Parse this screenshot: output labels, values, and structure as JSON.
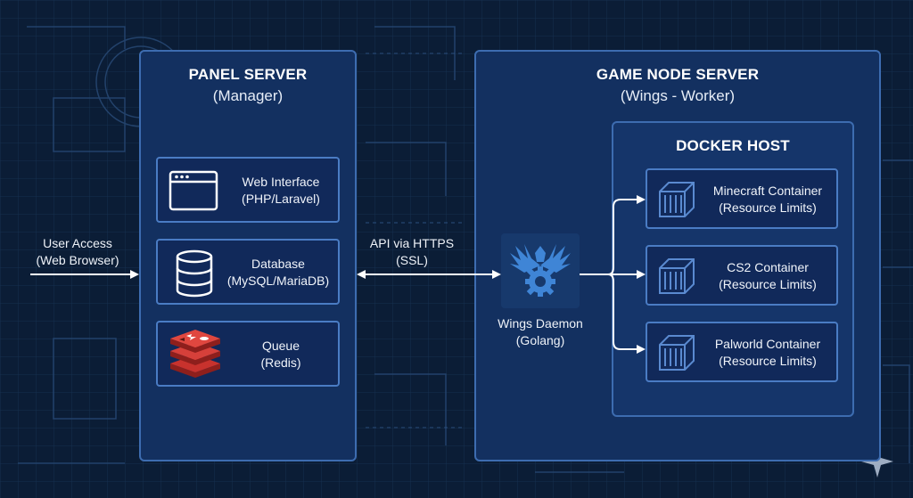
{
  "user_access": {
    "line1": "User Access",
    "line2": "(Web Browser)"
  },
  "panel_server": {
    "title": "PANEL SERVER",
    "subtitle": "(Manager)",
    "components": [
      {
        "line1": "Web Interface",
        "line2": "(PHP/Laravel)",
        "icon": "browser-window-icon"
      },
      {
        "line1": "Database",
        "line2": "(MySQL/MariaDB)",
        "icon": "database-icon"
      },
      {
        "line1": "Queue",
        "line2": "(Redis)",
        "icon": "redis-icon"
      }
    ]
  },
  "api_link": {
    "line1": "API via HTTPS",
    "line2": "(SSL)"
  },
  "node_server": {
    "title": "GAME NODE SERVER",
    "subtitle": "(Wings - Worker)",
    "daemon": {
      "line1": "Wings Daemon",
      "line2": "(Golang)",
      "icon": "wings-gear-icon"
    },
    "docker_host": {
      "title": "DOCKER HOST",
      "containers": [
        {
          "line1": "Minecraft Container",
          "line2": "(Resource Limits)",
          "icon": "container-icon"
        },
        {
          "line1": "CS2 Container",
          "line2": "(Resource Limits)",
          "icon": "container-icon"
        },
        {
          "line1": "Palworld Container",
          "line2": "(Resource Limits)",
          "icon": "container-icon"
        }
      ]
    }
  },
  "colors": {
    "background": "#0b1d36",
    "panel": "#133060",
    "border": "#3d6cb0",
    "accent_blue": "#4a86d6",
    "redis_red": "#c8322d"
  }
}
